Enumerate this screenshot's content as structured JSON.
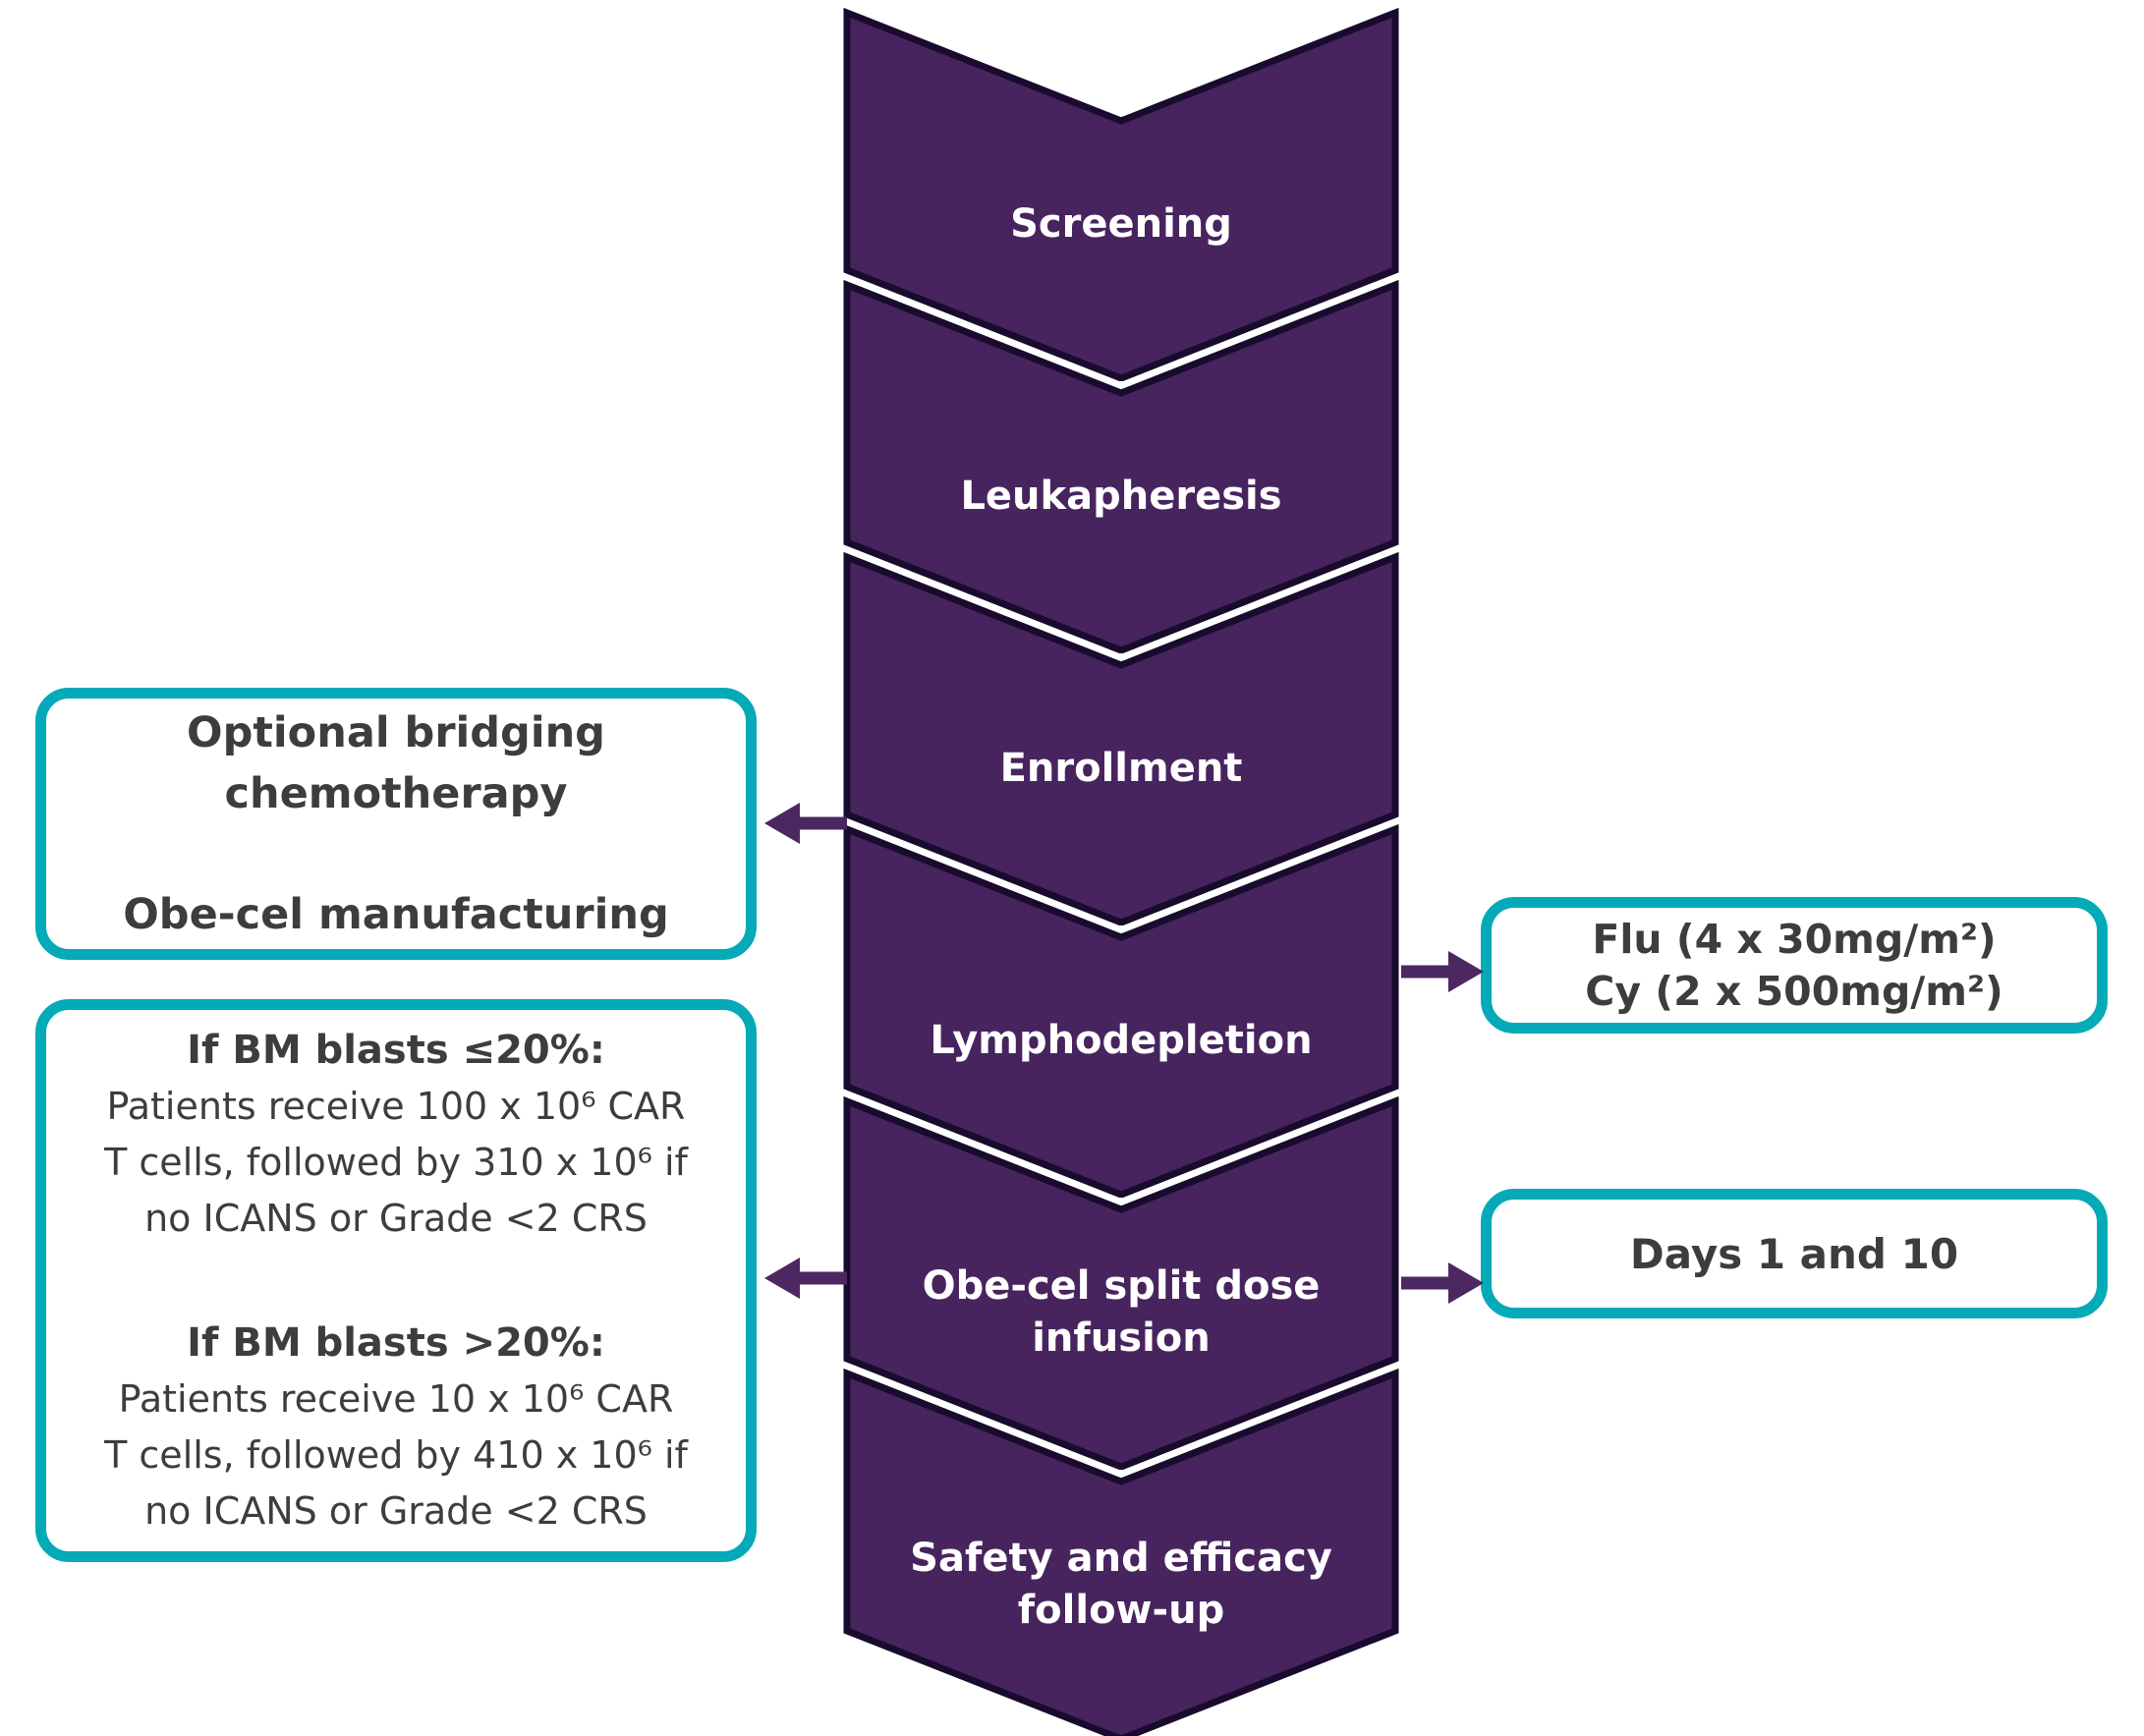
{
  "flow": {
    "steps": [
      {
        "label": "Screening"
      },
      {
        "label": "Leukapheresis"
      },
      {
        "label": "Enrollment"
      },
      {
        "label": "Lymphodepletion"
      },
      {
        "label": "Obe-cel split dose infusion"
      },
      {
        "label": "Safety and efficacy follow-up"
      }
    ]
  },
  "side_boxes": {
    "bridging": {
      "line1": "Optional bridging",
      "line2": "chemotherapy",
      "line3": "Obe-cel manufacturing"
    },
    "dosing": {
      "low_blasts": {
        "heading": "If BM blasts ≤20%:",
        "line1": "Patients receive 100 x 10⁶ CAR",
        "line2": "T cells, followed by 310 x 10⁶ if",
        "line3": "no ICANS or Grade <2 CRS"
      },
      "high_blasts": {
        "heading": "If BM blasts >20%:",
        "line1": "Patients receive 10 x 10⁶ CAR",
        "line2": "T cells, followed by 410 x 10⁶ if",
        "line3": "no ICANS or Grade <2 CRS"
      }
    },
    "lymphodepletion_regimen": {
      "line1": "Flu (4 x 30mg/m²)",
      "line2": "Cy (2 x 500mg/m²)"
    },
    "infusion_days": {
      "label": "Days 1 and 10"
    }
  },
  "colors": {
    "chevron_fill": "#47245E",
    "chevron_border": "#190B2E",
    "arrow": "#4B2862",
    "box_border": "#04AAB7",
    "box_text": "#3D3D3D",
    "step_text": "#FFFFFF"
  }
}
